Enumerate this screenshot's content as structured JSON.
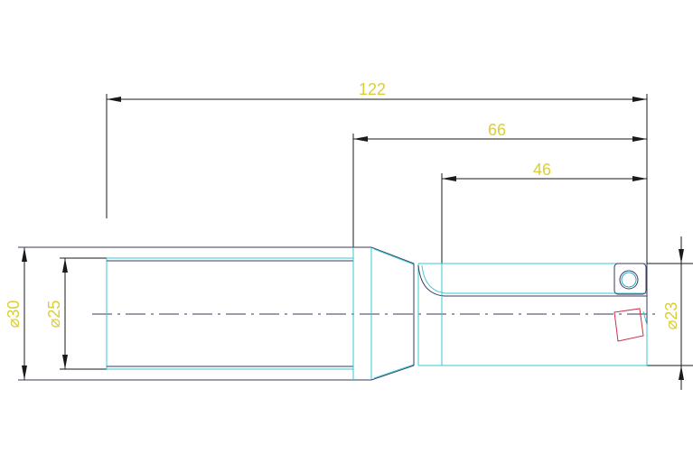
{
  "colors": {
    "background": "#ffffff",
    "outline": "#3a3a5a",
    "hidden_edges": "#39c8d8",
    "dimension_lines": "#1a1a1a",
    "dimension_text": "#d8cf3a",
    "insert_top": "#3a3a5a",
    "insert_bottom": "#d0304a",
    "insert_hole": "#2aa8c8"
  },
  "dimensions": {
    "overall_length": "122",
    "head_length": "66",
    "flute_length": "46",
    "shank_diameter": "⌀30",
    "bore_diameter": "⌀25",
    "cutting_diameter": "⌀23"
  }
}
